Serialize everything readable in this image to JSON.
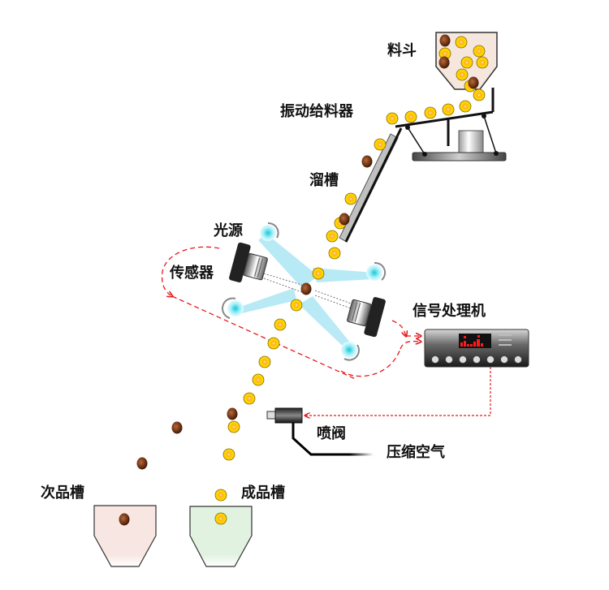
{
  "title": "Color sorter working principle",
  "labels": {
    "hopper": "料斗",
    "vibratory_feeder": "振动给料器",
    "chute": "溜槽",
    "light_source": "光源",
    "sensor": "传感器",
    "signal_processor": "信号处理机",
    "ejector_valve": "喷阀",
    "compressed_air": "压缩空气",
    "reject_bin": "次品槽",
    "accept_bin": "成品槽"
  },
  "colors": {
    "good_grain": "#FFD700",
    "good_grain_center": "#FFA500",
    "bad_grain": "#7A3B1A",
    "signal_line": "#E8161B",
    "light_beam": "#7FD9EE",
    "reject_bin_fill": "#F7E6E1",
    "accept_bin_fill": "#E1F2E1",
    "hopper_fill": "#F5E6DE",
    "display_led": "#FF1A1A"
  }
}
